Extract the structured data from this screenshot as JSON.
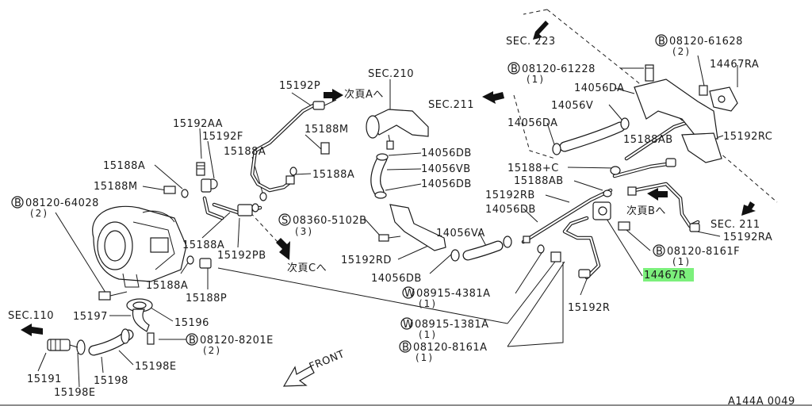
{
  "labels": {
    "sec223": "SEC. 223",
    "b61628": "08120-61628",
    "q2a": "(2)",
    "p14467RA": "14467RA",
    "b61228": "08120-61228",
    "q1a": "(1)",
    "sec210": "SEC.210",
    "p15192P": "15192P",
    "nextA": "次頁Aへ",
    "sec211a": "SEC.211",
    "p14056DA_a": "14056DA",
    "p14056V": "14056V",
    "p14056DA_b": "14056DA",
    "p15192RC": "15192RC",
    "p15192AA": "15192AA",
    "p15188M_a": "15188M",
    "p15192F": "15192F",
    "p15188A_a": "15188A",
    "p15188AB_a": "15188AB",
    "p14056DB_a": "14056DB",
    "p15188A_b": "15188A",
    "p14056VB": "14056VB",
    "p15188C": "15188+C",
    "p15188M_b": "15188M",
    "p15188A_c": "15188A",
    "p14056DB_b": "14056DB",
    "p15188AB_b": "15188AB",
    "b64028": "08120-64028",
    "q2b": "(2)",
    "p15192RB": "15192RB",
    "p14056DB_c": "14056DB",
    "nextB": "次頁Bへ",
    "sec211b": "SEC. 211",
    "s5102B": "08360-5102B",
    "q3": "(3)",
    "p14056VA": "14056VA",
    "p15192RA": "15192RA",
    "p15188A_d": "15188A",
    "p15192PB": "15192PB",
    "b8161F": "08120-8161F",
    "q1b": "(1)",
    "p15192RD": "15192RD",
    "nextC": "次頁Cへ",
    "p14467R": "14467R",
    "p14056DB_d": "14056DB",
    "p15188A_e": "15188A",
    "w4381A": "08915-4381A",
    "q1c": "(1)",
    "p15188P": "15188P",
    "p15192R": "15192R",
    "sec110": "SEC.110",
    "p15197": "15197",
    "p15196": "15196",
    "w1381A": "08915-1381A",
    "q1d": "(1)",
    "b8201E": "08120-8201E",
    "q2c": "(2)",
    "b8161A": "08120-8161A",
    "q1e": "(1)",
    "p15198E_a": "15198E",
    "front": "FRONT",
    "p15191": "15191",
    "p15198": "15198",
    "p15198E_b": "15198E",
    "figcode": "A144A 0049"
  },
  "prefixes": {
    "bolt": "B",
    "screw": "S",
    "washer": "W"
  },
  "highlight": {
    "color": "#7CF07C"
  }
}
